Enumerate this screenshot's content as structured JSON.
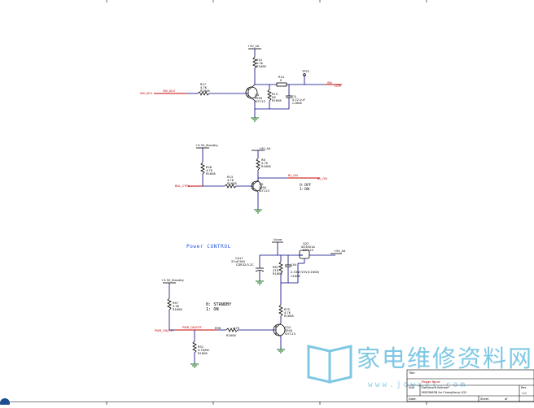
{
  "circuit1": {
    "supply": "+5V_4A",
    "in_net": "SW_ACU",
    "in_net2": "SW_ACU",
    "r17": {
      "ref": "R17",
      "val": "4.7K",
      "pkg": "R1608"
    },
    "r10": {
      "ref": "R10",
      "val": "2.2K",
      "pkg": "R1608"
    },
    "q4": {
      "ref": "Q4",
      "part": "3904",
      "pkg": "SOT-23"
    },
    "r15": {
      "ref": "R15",
      "val": "NC",
      "pkg": "R1608"
    },
    "r14": {
      "ref": "R14",
      "val": "0"
    },
    "tp": "TP23",
    "c4": {
      "ref": "C4",
      "val": "0.22.1uF",
      "pkg": "C1608"
    },
    "out_net": "SW",
    "out_net2": "LCM"
  },
  "circuit2": {
    "standby": "+3.3V_Standby",
    "supply": "+5V_4A",
    "r28": {
      "ref": "R28",
      "val": "4.7K",
      "pkg": "R1608"
    },
    "r6": {
      "ref": "R6",
      "val": "4.7K",
      "pkg": "R1608"
    },
    "r13": {
      "ref": "R13",
      "val": "4.7K",
      "pkg": "R1608"
    },
    "q3": {
      "ref": "Q3",
      "part": "3904",
      "pkg": "SOT-23"
    },
    "in_net": "BKL_CTRL",
    "out_net": "BL_ON",
    "out_net2": "BL_ON",
    "note1": "0:  OFF",
    "note2": "1:  ON"
  },
  "circuit3": {
    "title": "Power   CONTROL",
    "vin": "Vcore",
    "supply": "+5V_4A",
    "standby": "+3.3V_Standby",
    "q22": {
      "ref": "Q22",
      "part": "AO3401A",
      "pkg": "SOT-23"
    },
    "c47": {
      "ref": "CA17",
      "val": "22uF/16V",
      "pkg": "CDR32/3.2C"
    },
    "r67": {
      "ref": "R67",
      "val": "47K",
      "pkg": "R1608"
    },
    "c44": {
      "ref": "C44",
      "val": "0.33uF/25V(C1608)",
      "pkg": "C1608"
    },
    "r75": {
      "ref": "R75",
      "val": "4.7K",
      "pkg": "R1608"
    },
    "r57": {
      "ref": "R57",
      "val": "3.3K",
      "pkg": "R1608"
    },
    "r96": {
      "ref": "R96",
      "val": "4.7K",
      "pkg": "R1608"
    },
    "r51": {
      "ref": "R51",
      "val": "4.7K/NC",
      "pkg": "R1608"
    },
    "q12": {
      "ref": "Q12",
      "part": "3904",
      "pkg": "SOT-23"
    },
    "in_net": "PWR_ON/OFF",
    "in_net2": "PWR_ON/OFF",
    "note1": "0:  STANDBY",
    "note2": "1:  ON"
  },
  "title_block": {
    "title_label": "Title",
    "title": "Power Input",
    "size_label": "Size",
    "doc_label": "Document Number",
    "doc": "MSD3663B for ChangHong LCD",
    "rev_label": "Rev",
    "rev": "1.0",
    "date_label": "Date:",
    "sheet_label": "Sheet",
    "sheet_of": "of"
  },
  "watermark": {
    "text": "家电维修资料网",
    "url": "www.jdwxzl.com"
  },
  "colors": {
    "wire": "#000080",
    "net": "#c00000",
    "ground": "#006000",
    "accent": "#2255dd",
    "watermark": "#7fc8e4"
  }
}
